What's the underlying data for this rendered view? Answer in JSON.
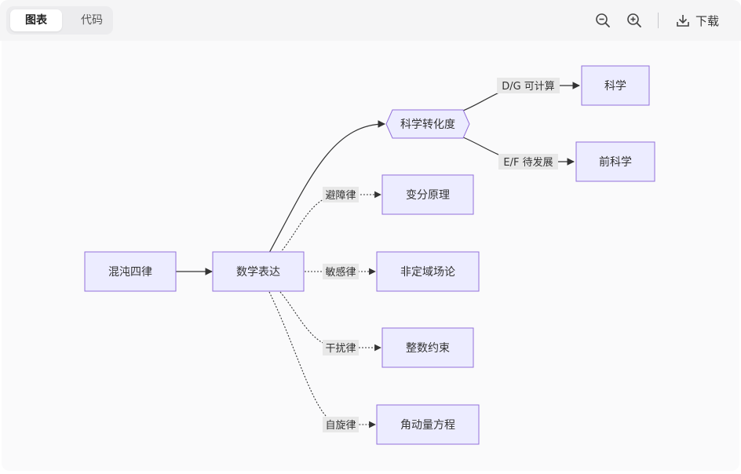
{
  "toolbar": {
    "tab_chart": "图表",
    "tab_code": "代码",
    "zoom_out_icon": "zoom-out-icon",
    "zoom_in_icon": "zoom-in-icon",
    "download_icon": "download-icon",
    "download_label": "下载"
  },
  "diagram": {
    "node_color": "#ececff",
    "node_border": "#9370db",
    "edge_label_bg": "#e8e8e8",
    "nodes": {
      "chaos": "混沌四律",
      "math": "数学表达",
      "science_degree": "科学转化度",
      "variational": "变分原理",
      "nonlocal": "非定域场论",
      "integer": "整数约束",
      "angular": "角动量方程",
      "science": "科学",
      "prescience": "前科学"
    },
    "edge_labels": {
      "avoid": "避障律",
      "sensitive": "敏感律",
      "interfere": "干扰律",
      "spin": "自旋律",
      "dg": "D/G 可计算",
      "ef": "E/F 待发展"
    }
  }
}
